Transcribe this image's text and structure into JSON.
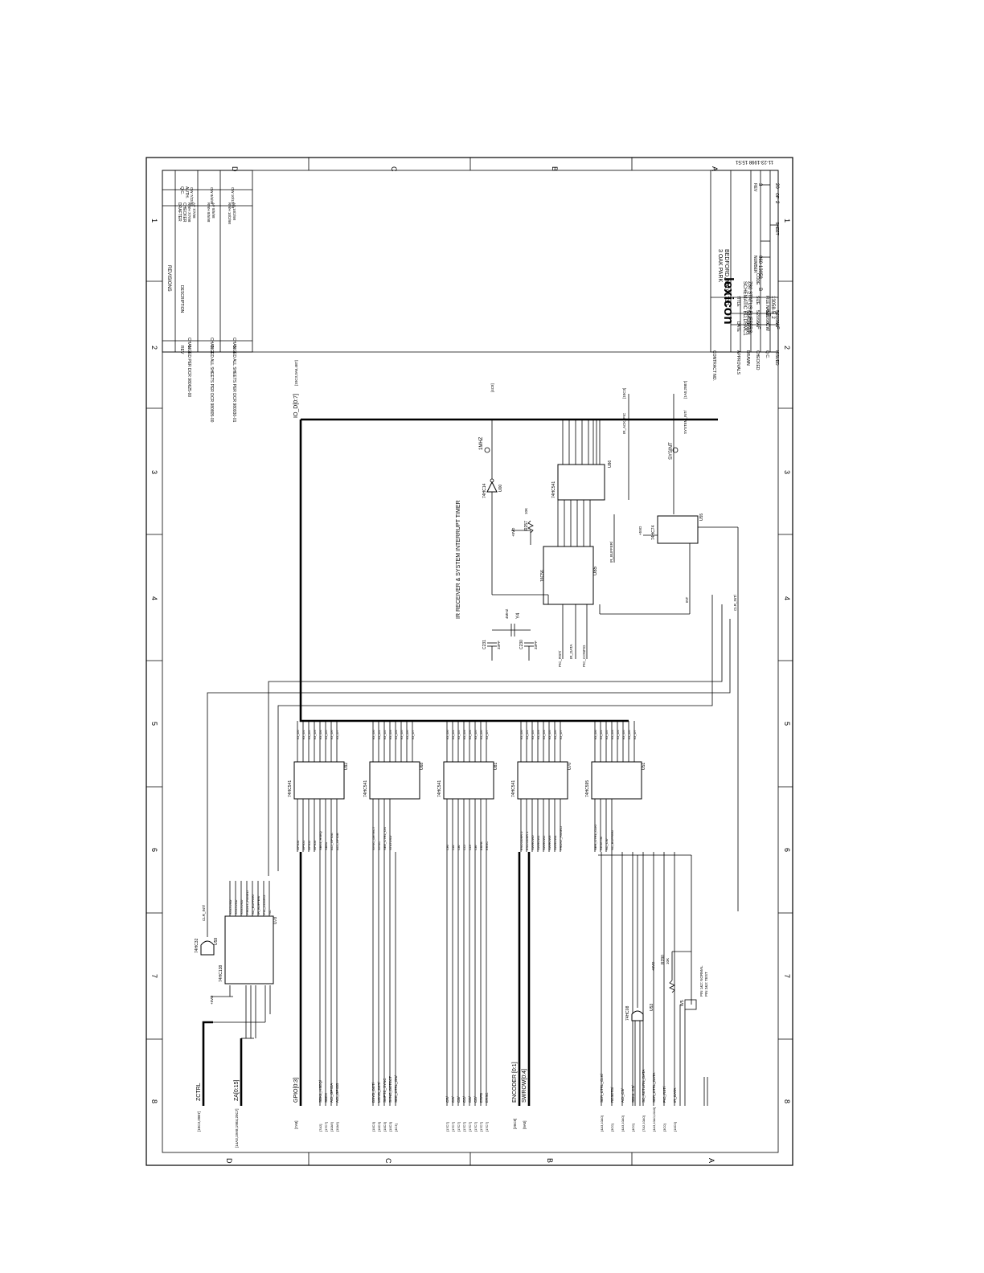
{
  "timestamp": "11-23-1998 15:51",
  "zones": {
    "rows": [
      "D",
      "C",
      "B",
      "A"
    ],
    "cols": [
      "1",
      "2",
      "3",
      "4",
      "5",
      "6",
      "7",
      "8"
    ]
  },
  "revisions": {
    "title": "REVISIONS",
    "headers": {
      "rev": "REV",
      "description": "DESCRIPTION",
      "drafter": "DRAFTER",
      "checker": "CHECKER",
      "qc": "Q.C.",
      "aut": "AUTH."
    },
    "rows": [
      {
        "rev": "1",
        "description": "CHANGED PER DCR 980625-00",
        "drafter": "RWH 7/7/98",
        "checker": "AF 7/7/98",
        "qc": "CW 7/22/98"
      },
      {
        "rev": "2",
        "description": "CHANGED ALL SHEETS PER DCR 980805-00",
        "drafter": "RWH 8/5/98",
        "checker": "AF 8/5/98",
        "qc": "CW 8/6/98"
      },
      {
        "rev": "3",
        "description": "CHANGED ALL SHEETS PER DCR 980930-01",
        "drafter": "RWH 10/2/98",
        "checker": "AF 10/2/98",
        "qc": "CW 10/13/98"
      }
    ]
  },
  "title_block": {
    "company": "lexicon",
    "address1": "3 OAK PARK",
    "address2": "BEDFORD, MA 01730",
    "contract": "CONTRACT NO.",
    "approvals": "APPROVALS",
    "date_label": "DATE",
    "drawn": "DRAWN",
    "drawn_by": "RWH",
    "drawn_date": "5/14/98",
    "checked": "CHECKED",
    "checked_by": "AF",
    "checked_date": "5/20/98",
    "qc_label": "Q.C.",
    "qc_by": "CW",
    "qc_date": "5/20/98",
    "issued": "ISSUED",
    "issued_by": "AF",
    "issued_date": "5/20/98",
    "title_label": "TITLE",
    "title1": "SCHEMATIC BD,DSMC1",
    "title2": "Z80 STATUS BUFFERS",
    "size_label": "SIZE",
    "size": "B",
    "code_label": "CODE",
    "number_label": "NUMBER",
    "number": "060-13058",
    "rev_label": "REV",
    "rev": "3",
    "file_label": "FILE NAME",
    "file": "13058-5_2",
    "sheet_label": "SHEET",
    "sheet": "2",
    "of": "OF",
    "total": "20"
  },
  "section_title": "IR RECEIVER & SYSTEM INTERRUPT TIMER",
  "buses": {
    "io": "IO_D[0:7]",
    "io_ref": "[10C3,3A6,4B7]",
    "zctrl": "ZCTRL",
    "zctrl_ref": "[10C3,20B7]",
    "za": "ZA[0:15]",
    "za_ref": "[14A3,19A8,19B4,20C7]",
    "gpio": "GPIO[0:3]",
    "gpio_ref": "[7A8]",
    "encoder": "ENCODER [0:1]",
    "encoder_ref": "[20C8]",
    "swrow": "SWROW[0:4]",
    "swrow_ref": "[9A0]"
  },
  "chips": {
    "u92": {
      "ref": "U92",
      "part": "74HC541"
    },
    "u68": {
      "ref": "U68",
      "part": "74HC541"
    },
    "u81": {
      "ref": "U81",
      "part": "74HC541"
    },
    "u70": {
      "ref": "U70",
      "part": "74HC541"
    },
    "u51": {
      "ref": "U51",
      "part": "74HC595"
    },
    "u78": {
      "ref": "U78",
      "part": "74HC138"
    },
    "u59": {
      "ref": "U59",
      "part": "74HC32"
    },
    "u53": {
      "ref": "U53",
      "part": "74HC08"
    },
    "u85": {
      "ref": "U85",
      "part": "16C56"
    },
    "u86": {
      "ref": "U86",
      "part": "74HC541"
    },
    "u55": {
      "ref": "U55",
      "part": "74HC74"
    },
    "u00": {
      "ref": "U00",
      "part": "74HC14"
    }
  },
  "components": {
    "r257": "R257",
    "r257_val": "10K",
    "r290": "R290",
    "r290_val": "10K",
    "c231": "C231",
    "c231_val": "33PF",
    "c230": "C230",
    "c230_val": "33PF",
    "y4": "Y4",
    "y4_val": "4MHZ",
    "w5": "W5",
    "w5_note1": "PIN 1&2: NORMAL",
    "w5_note2": "PIN 2&3: TEST",
    "plus5": "+5VD"
  },
  "testpoints": {
    "mhz": "1MHZ",
    "sysint": "SYSINT"
  },
  "io_lines": [
    "IO_D0",
    "IO_D1",
    "IO_D2",
    "IO_D3",
    "IO_D4",
    "IO_D5",
    "IO_D6",
    "IO_D7"
  ],
  "u92_inputs": [
    "GPIO0",
    "GPIO1",
    "GPIO2",
    "GPIO3",
    "SBK4_HSEQ",
    "SBEx",
    "ACI_GPIOA",
    "ACI_GPIOB"
  ],
  "u68_inputs": [
    "SYNC_DETECT",
    "SYNC",
    "SEE_CTRL_ON",
    "STATUS1/"
  ],
  "u81_inputs": [
    "CR/",
    "CA/",
    "CB/",
    "CC/",
    "CD/",
    "CE/",
    "ERFB",
    "ERSC"
  ],
  "u70_inputs": [
    "ENCODER 0",
    "ENCODER 1",
    "SWROW0",
    "SWROW1",
    "SWROW2",
    "SWROW3",
    "SWROW4",
    "FRONT_PANEL/"
  ],
  "u51_inputs": [
    "SER_CTRL_CLK/",
    "RESETB/",
    "SC_CS/",
    "SC_BUFFER/"
  ],
  "u78_outputs": [
    "STATUS0/",
    "STATUS1/",
    "STATUS2/",
    "FRONT_PANEL/",
    "SC_BUFFER/",
    "IR_BUFFER/",
    "PIC_CONFIG",
    "NC"
  ],
  "left_signals_c": {
    "refs": [
      "[10C3]",
      "[10C3]",
      "[10C3]",
      "[10C3]",
      "[4C3]"
    ],
    "labels": [
      "BSYD_DET/",
      "MSYD_DET/",
      "SMPTE_SYNC",
      "SYNC_DETECT",
      "SEE_CTRL_ON/"
    ]
  },
  "left_signals_b": {
    "refs": [
      "[17C7]",
      "[17C7]",
      "[17C7]",
      "[17C7]",
      "[17C7]",
      "[17C7]",
      "[17C7]",
      "[17C7]"
    ],
    "labels": [
      "CR/",
      "CA/",
      "CB/",
      "CC/",
      "CD/",
      "CE/",
      "ERFB",
      "ERSC"
    ]
  },
  "left_signals_d": {
    "refs": [
      "[7A2]",
      "[17C7]",
      "[10A9]",
      "[10A9]"
    ],
    "labels": [
      "SBK4_HSEQ/",
      "SBEX",
      "ACI_GPIOA",
      "ACI_GPIOB"
    ]
  },
  "left_signals_a": {
    "refs": [
      "[4A3,10A0]",
      "[3C0]",
      "[4A3,10A0]",
      "[4C0]",
      "[7A2,10A0]",
      "[4A3,10A0,10A0]",
      "[3C0]",
      "[10C0]"
    ],
    "labels": [
      "SER_CTRL_CLK/",
      "RESETB/",
      "ACI_CS/",
      "SBK4_CS/",
      "SC_RETURN_DATA",
      "SER_CTRL_DATA",
      "PIC_RST/",
      "IR_DATA"
    ]
  },
  "right_refs": {
    "mhz": "[4C8]",
    "irack": "IR_ACK_PIC",
    "irack_ref": "[10C3]",
    "sysint": "SYSTEM_INT/",
    "sysint_ref": "[1A0,20B7]",
    "clr_int": "CLR_INT/",
    "int": "INT",
    "ir_buffer": "IR_BUFFER/",
    "ir_data": "IR_DATA",
    "pic_rst": "PIC_RST/",
    "pic_config": "PIC_CONFIG"
  }
}
